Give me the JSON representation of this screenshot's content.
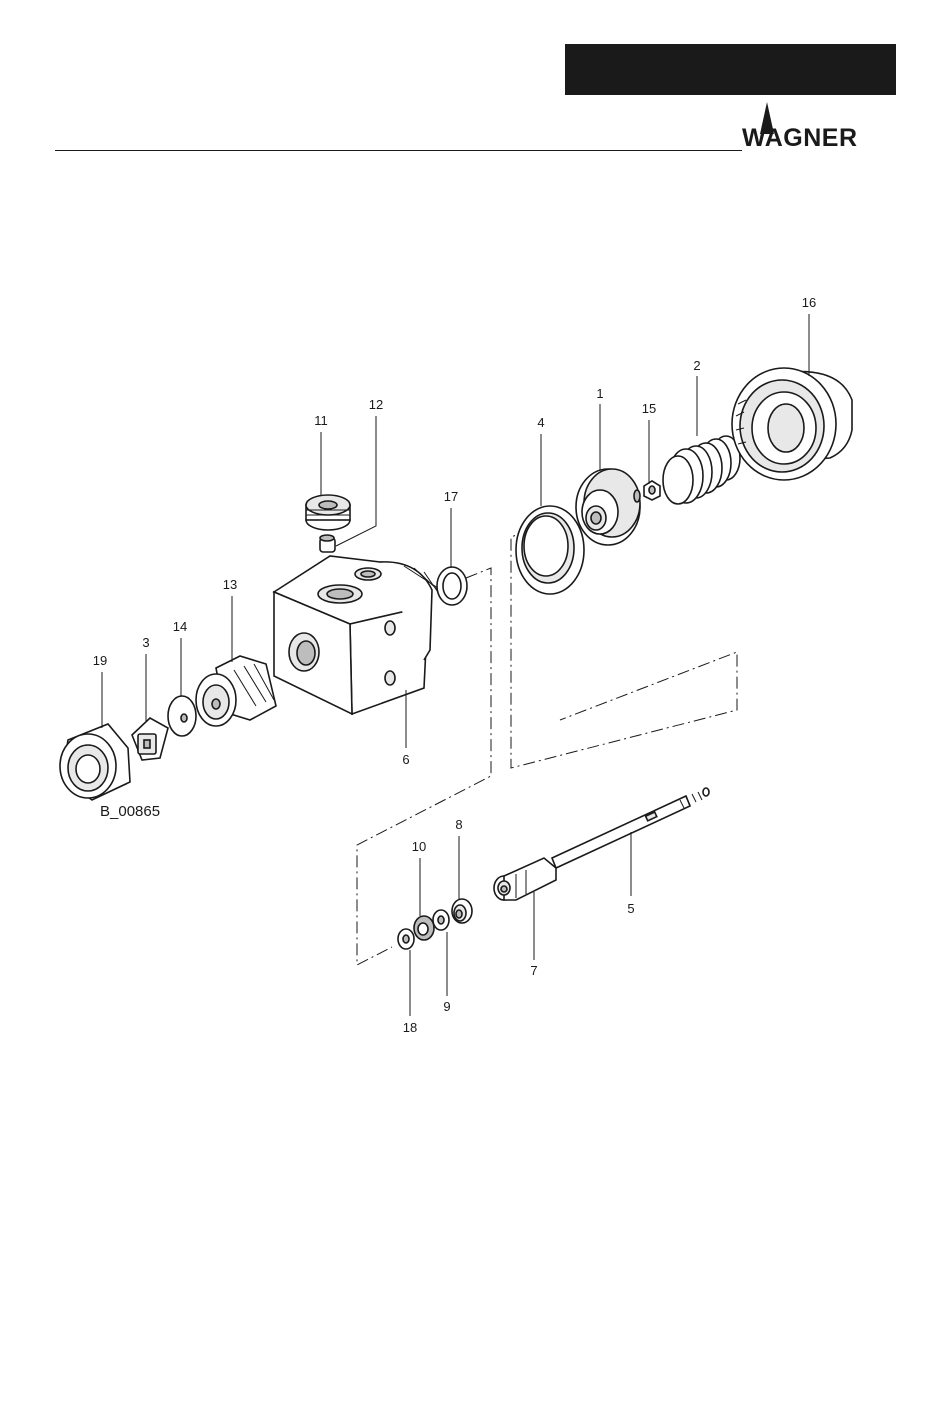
{
  "header": {
    "logo_text": "WAGNER",
    "bar_color": "#1a1a1a"
  },
  "diagram": {
    "reference_code": "B_00865",
    "callouts": [
      "1",
      "2",
      "3",
      "4",
      "5",
      "6",
      "7",
      "8",
      "9",
      "10",
      "11",
      "12",
      "13",
      "14",
      "15",
      "16",
      "17",
      "18",
      "19"
    ]
  }
}
